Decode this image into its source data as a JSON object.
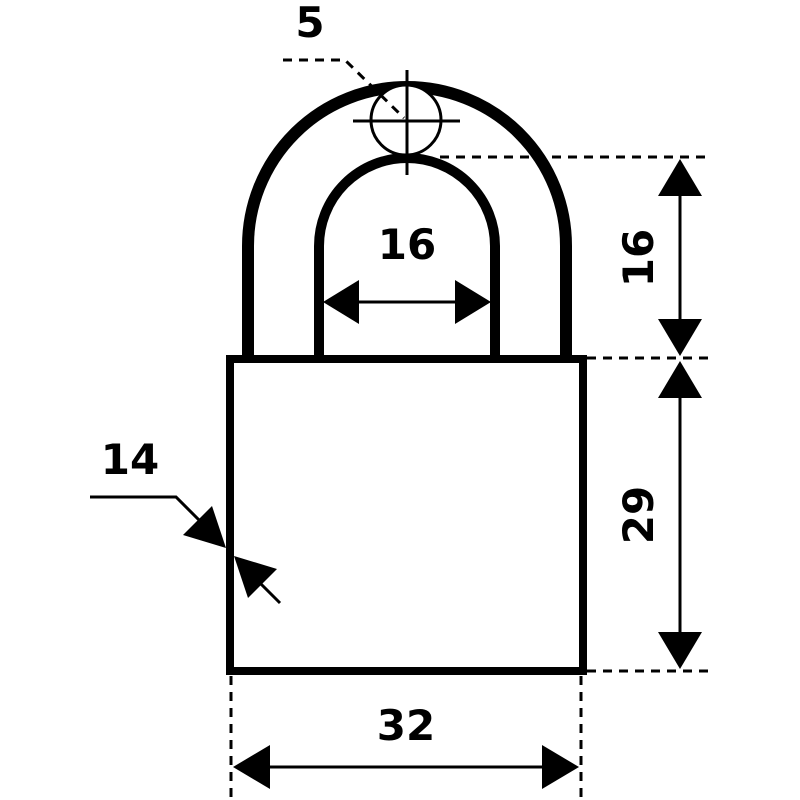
{
  "diagram": {
    "subject": "padlock",
    "dimensions": {
      "shackle_diameter": "5",
      "shackle_inner_width": "16",
      "shackle_clearance": "16",
      "body_height": "29",
      "body_thickness": "14",
      "body_width": "32"
    },
    "colors": {
      "line": "#000000",
      "background": "#ffffff"
    }
  }
}
